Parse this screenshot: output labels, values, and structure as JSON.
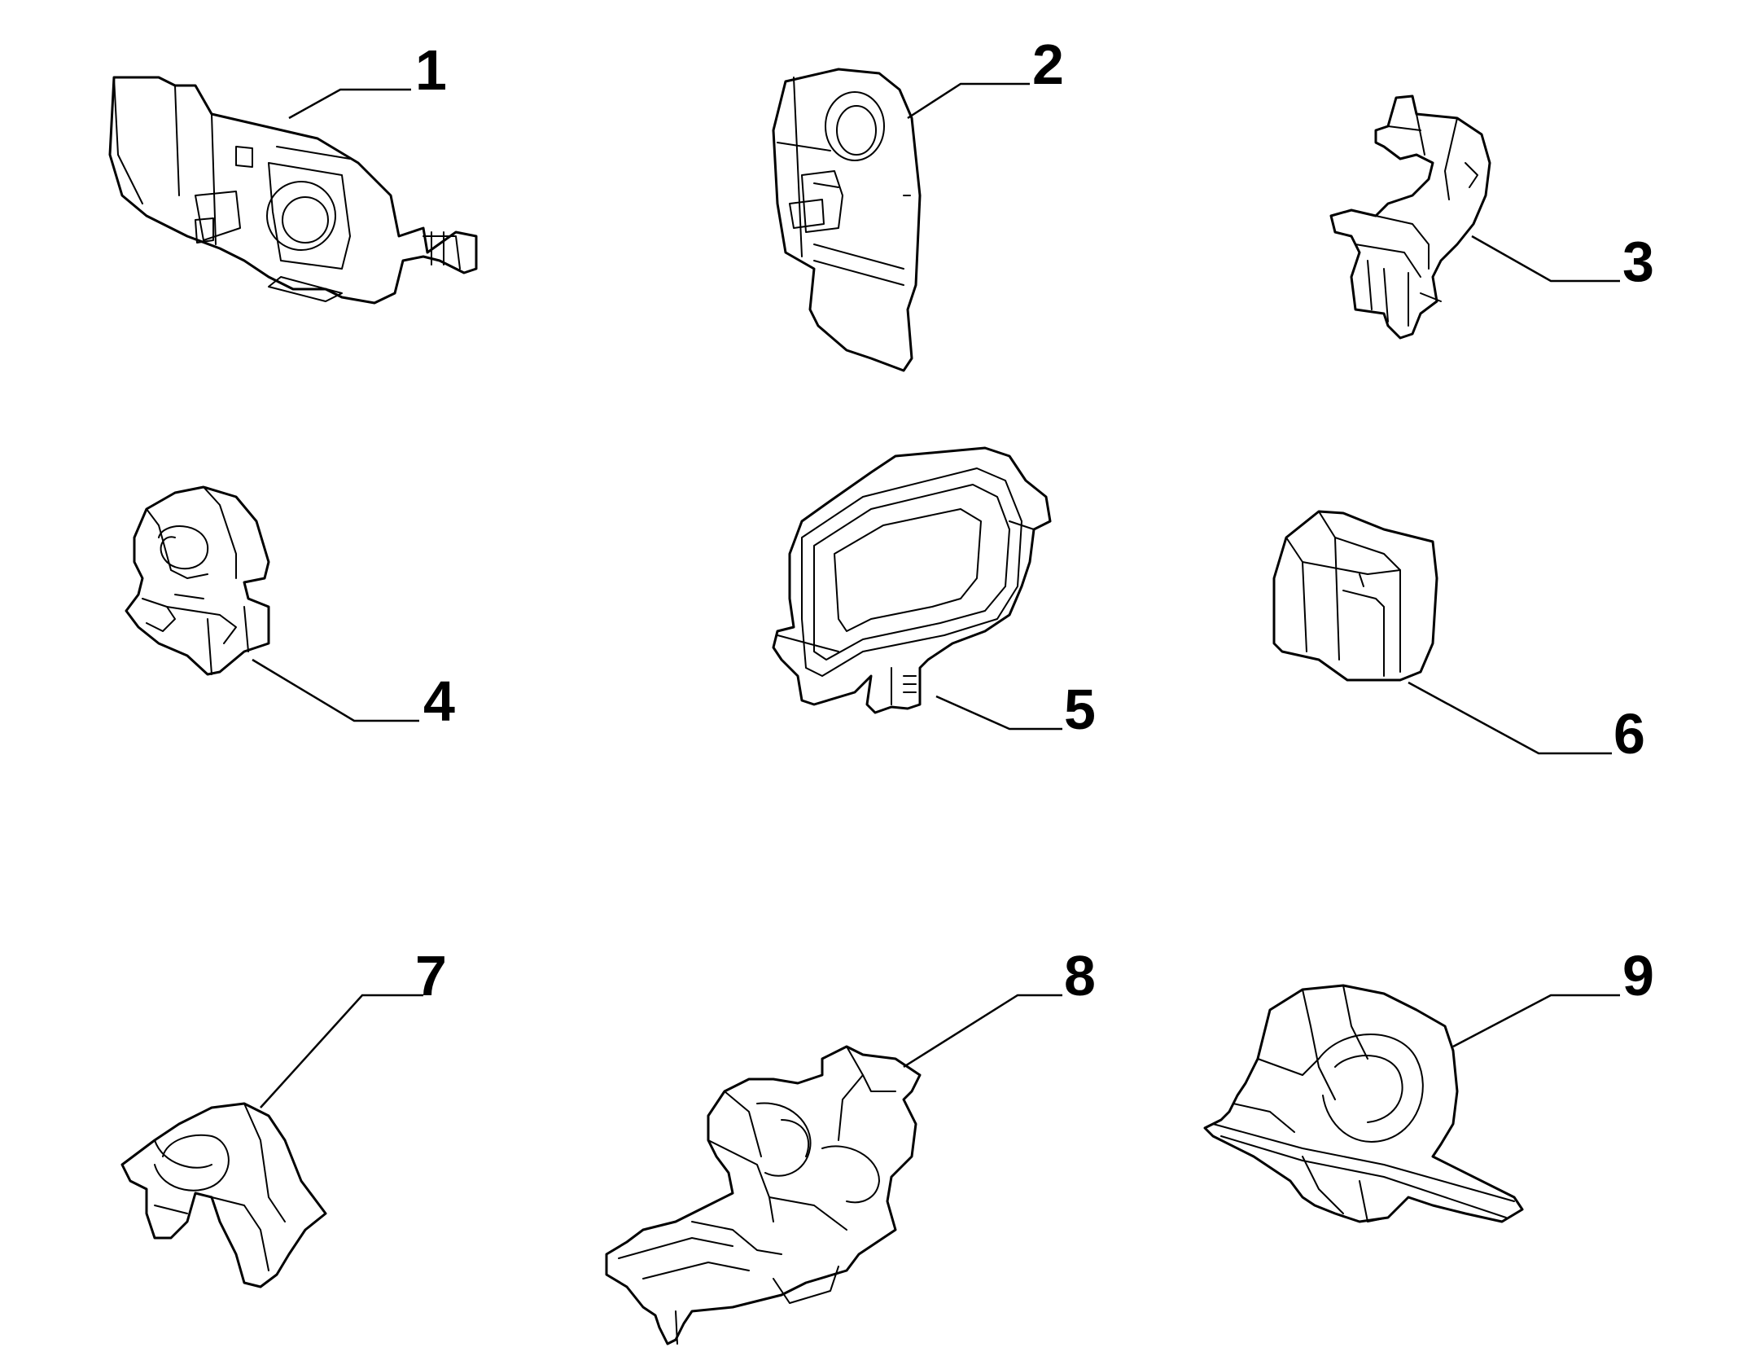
{
  "callouts": [
    {
      "number": "1",
      "part": "connector-bracket-with-tab"
    },
    {
      "number": "2",
      "part": "connector-bracket-with-flap"
    },
    {
      "number": "3",
      "part": "double-pipe-clip"
    },
    {
      "number": "4",
      "part": "pipe-clip-with-base"
    },
    {
      "number": "5",
      "part": "rectangular-sealing-frame"
    },
    {
      "number": "6",
      "part": "cap-plug"
    },
    {
      "number": "7",
      "part": "open-pipe-clip"
    },
    {
      "number": "8",
      "part": "mounting-clip-bracket"
    },
    {
      "number": "9",
      "part": "clip-with-strap"
    }
  ],
  "style": {
    "ink_color": "#000000",
    "background_color": "#ffffff"
  }
}
